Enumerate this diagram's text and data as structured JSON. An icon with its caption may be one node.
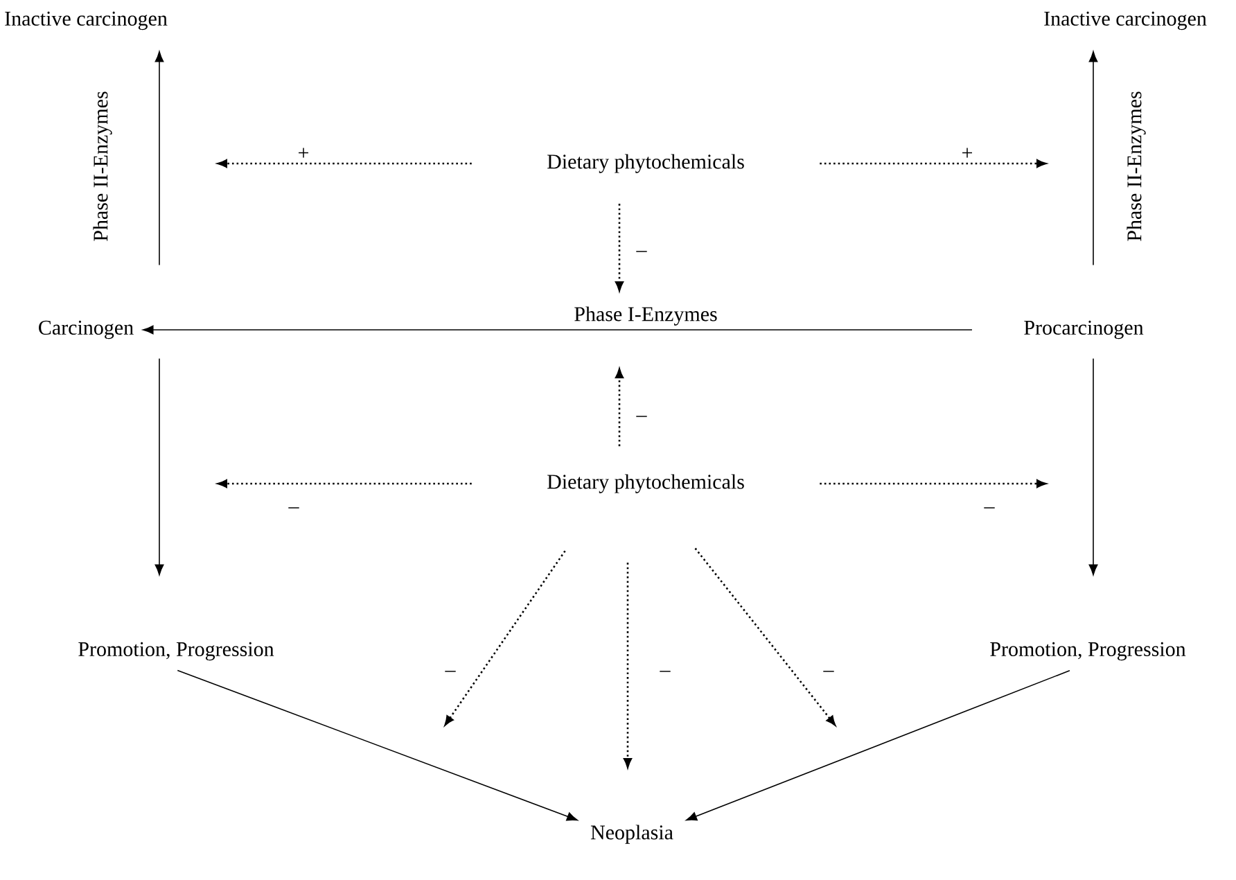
{
  "diagram": {
    "nodes": [
      {
        "text": [
          "Inactive carcinogen"
        ]
      },
      {
        "text": [
          "Inactive carcinogen"
        ]
      },
      {
        "text": [
          "Dietary phytochemicals"
        ]
      },
      {
        "text": [
          "Carcinogen"
        ]
      },
      {
        "text": [
          "Procarcinogen"
        ]
      },
      {
        "text": [
          "Dietary phytochemicals"
        ]
      },
      {
        "text": [
          "Promotion, Progression"
        ]
      },
      {
        "text": [
          "Promotion, Progression"
        ]
      },
      {
        "text": [
          "Neoplasia"
        ]
      }
    ],
    "edges": [
      {
        "from": 3,
        "to": 0,
        "arrow": "to",
        "label": "Phase II-Enzymes"
      },
      {
        "from": 4,
        "to": 1,
        "arrow": "to",
        "label": "Phase II-Enzymes"
      },
      {
        "from": 2,
        "to": null,
        "arrow": "to",
        "label": "+",
        "style": "dashed"
      },
      {
        "from": 2,
        "to": null,
        "arrow": "to",
        "label": "+",
        "style": "dashed"
      },
      {
        "from": 2,
        "to": null,
        "arrow": "to",
        "label": "–",
        "style": "dashed"
      },
      {
        "from": 4,
        "to": 3,
        "arrow": "to",
        "label": "Phase I-Enzymes"
      },
      {
        "from": 5,
        "to": null,
        "arrow": "to",
        "label": "–",
        "style": "dashed"
      },
      {
        "from": 5,
        "to": null,
        "arrow": "to",
        "label": "–",
        "style": "dashed"
      },
      {
        "from": 5,
        "to": null,
        "arrow": "to",
        "label": "–",
        "style": "dashed"
      },
      {
        "from": 3,
        "to": 6,
        "arrow": "to"
      },
      {
        "from": 4,
        "to": 7,
        "arrow": "to"
      },
      {
        "from": 6,
        "to": 8,
        "arrow": "to"
      },
      {
        "from": 7,
        "to": 8,
        "arrow": "to"
      },
      {
        "from": 5,
        "to": null,
        "arrow": "to",
        "label": "–",
        "style": "dashed"
      },
      {
        "from": 5,
        "to": 8,
        "arrow": "to",
        "label": "–",
        "style": "dashed"
      },
      {
        "from": 5,
        "to": null,
        "arrow": "to",
        "label": "–",
        "style": "dashed"
      }
    ]
  }
}
